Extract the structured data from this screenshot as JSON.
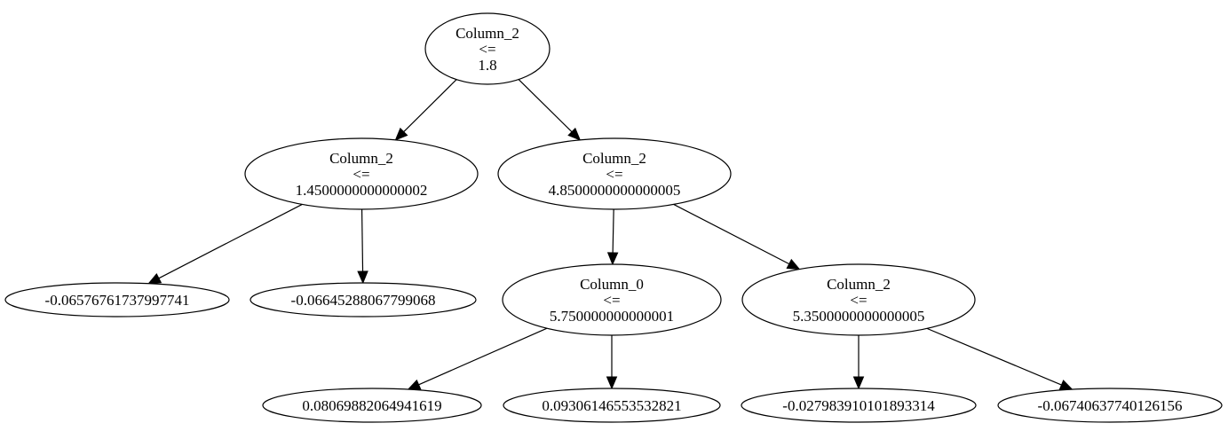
{
  "tree": {
    "nodes": [
      {
        "id": "n0",
        "type": "split",
        "feature": "Column_2",
        "op": "<=",
        "threshold": "1.8"
      },
      {
        "id": "n1",
        "type": "split",
        "feature": "Column_2",
        "op": "<=",
        "threshold": "1.4500000000000002"
      },
      {
        "id": "n2",
        "type": "split",
        "feature": "Column_2",
        "op": "<=",
        "threshold": "4.8500000000000005"
      },
      {
        "id": "n3",
        "type": "leaf",
        "value": "-0.06576761737997741"
      },
      {
        "id": "n4",
        "type": "leaf",
        "value": "-0.06645288067799068"
      },
      {
        "id": "n5",
        "type": "split",
        "feature": "Column_0",
        "op": "<=",
        "threshold": "5.750000000000001"
      },
      {
        "id": "n6",
        "type": "split",
        "feature": "Column_2",
        "op": "<=",
        "threshold": "5.3500000000000005"
      },
      {
        "id": "n7",
        "type": "leaf",
        "value": "0.08069882064941619"
      },
      {
        "id": "n8",
        "type": "leaf",
        "value": "0.09306146553532821"
      },
      {
        "id": "n9",
        "type": "leaf",
        "value": "-0.027983910101893314"
      },
      {
        "id": "n10",
        "type": "leaf",
        "value": "-0.06740637740126156"
      }
    ],
    "edges": [
      [
        "n0",
        "n1"
      ],
      [
        "n0",
        "n2"
      ],
      [
        "n1",
        "n3"
      ],
      [
        "n1",
        "n4"
      ],
      [
        "n2",
        "n5"
      ],
      [
        "n2",
        "n6"
      ],
      [
        "n5",
        "n7"
      ],
      [
        "n5",
        "n8"
      ],
      [
        "n6",
        "n9"
      ],
      [
        "n6",
        "n10"
      ]
    ]
  }
}
